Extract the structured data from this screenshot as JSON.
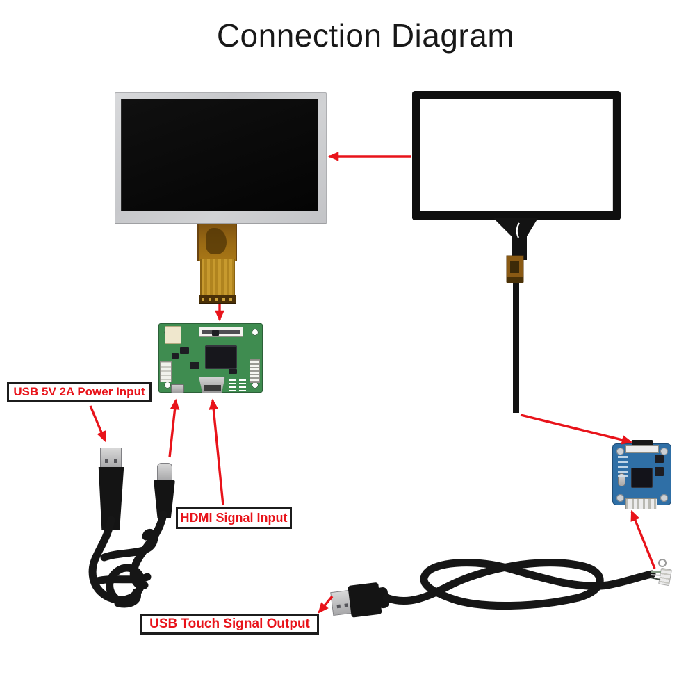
{
  "title": "Connection Diagram",
  "annotations": {
    "power_input": "USB 5V 2A Power Input",
    "hdmi_input": "HDMI Signal Input",
    "touch_output": "USB Touch Signal Output"
  },
  "colors": {
    "arrow_red": "#e8131a",
    "label_text_red": "#e8131a",
    "label_border": "#1c1c1c",
    "label_bg": "#ffffff",
    "pcb_green": "#3f8c50",
    "pcb_blue": "#2f6fa6",
    "flex_amber": "#b07a16",
    "lcd_frame_silver": "#cbccce",
    "lcd_screen_black": "#0b0b0b",
    "touch_frame_black": "#0f0f0f",
    "touch_glass_white": "#ffffff",
    "cable_black": "#161616",
    "connector_silver": "#b6b6b8"
  }
}
